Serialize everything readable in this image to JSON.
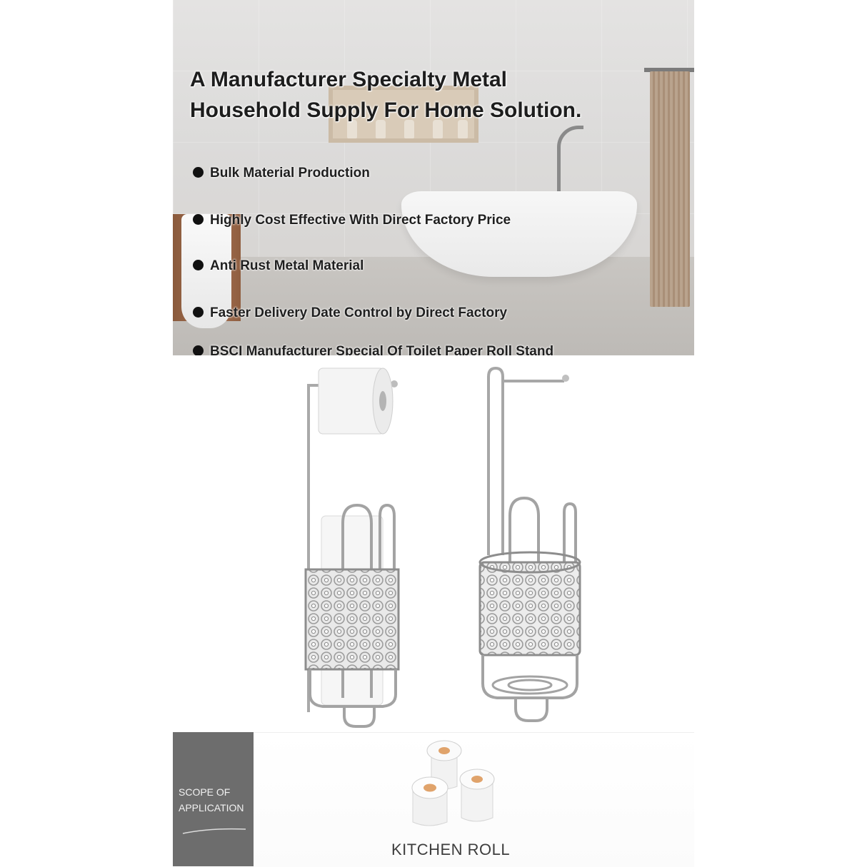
{
  "banner": {
    "headline_line1": "A Manufacturer Specialty Metal",
    "headline_line2": "Household Supply For Home Solution.",
    "features": [
      "Bulk Material Production",
      "Highly Cost Effective With Direct Factory Price",
      "Anti Rust Metal Material",
      "Faster Delivery Date Control by Direct Factory",
      "BSCI Manufacturer Special Of Toilet Paper  Roll Stand"
    ]
  },
  "scope": {
    "title_line1": "SCOPE OF",
    "title_line2": "APPLICATION",
    "item_label": "KITCHEN ROLL"
  },
  "colors": {
    "scope_panel": "#6d6d6d",
    "chrome": "#b8b8b8",
    "roll_core": "#e0a36b"
  },
  "icons": {
    "bullet": "filled-circle",
    "scope_item": "paper-rolls-icon"
  }
}
